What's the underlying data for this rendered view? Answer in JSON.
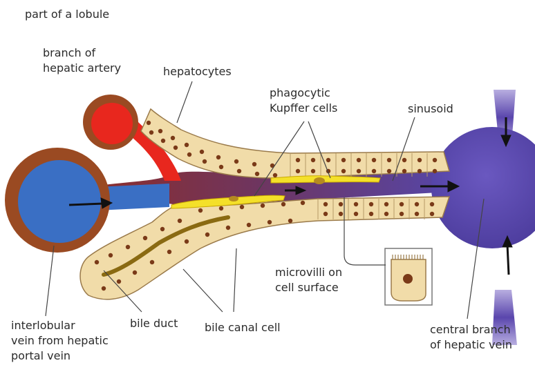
{
  "title": "part of a lobule",
  "labels": {
    "hepatic_artery": [
      "branch of",
      "hepatic artery"
    ],
    "hepatocytes": "hepatocytes",
    "kupffer": [
      "phagocytic",
      "Kupffer cells"
    ],
    "sinusoid": "sinusoid",
    "microvilli": [
      "microvilli on",
      "cell surface"
    ],
    "interlobular_vein": [
      "interlobular",
      "vein from hepatic",
      "portal vein"
    ],
    "bile_duct": "bile duct",
    "bile_canal_cell": "bile canal cell",
    "central_vein": [
      "central branch",
      "of hepatic vein"
    ]
  },
  "colors": {
    "portal_vein": "#3a6fc4",
    "vessel_wall": "#9a4a22",
    "artery": "#e8271e",
    "central_vein": "#5c49b0",
    "sinusoid": "#7a3a5a",
    "hepatocyte": "#f1dca9",
    "kupffer": "#f4e02a",
    "bile": "#8a6a12",
    "nucleus": "#7a3a18"
  }
}
